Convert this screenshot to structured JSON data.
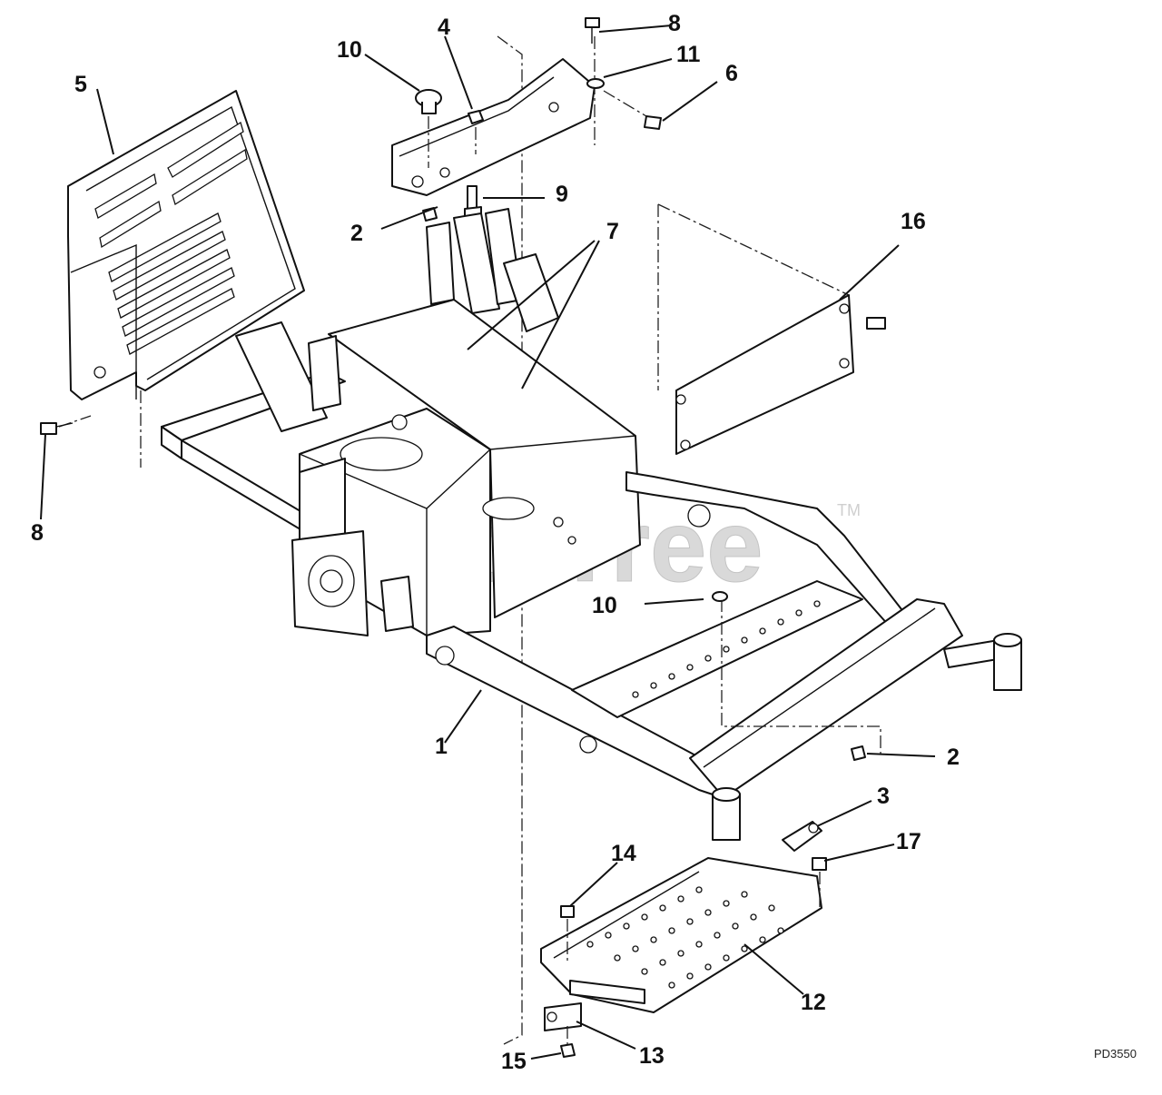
{
  "diagram": {
    "drawing_code": "PD3550",
    "watermark": "PartsTree",
    "watermark_mark": "TM",
    "callouts": {
      "c1": "1",
      "c2a": "2",
      "c2b": "2",
      "c3": "3",
      "c4": "4",
      "c5": "5",
      "c6": "6",
      "c7": "7",
      "c8a": "8",
      "c8b": "8",
      "c9": "9",
      "c10a": "10",
      "c10b": "10",
      "c11": "11",
      "c12": "12",
      "c13": "13",
      "c14": "14",
      "c15": "15",
      "c16": "16",
      "c17": "17"
    }
  }
}
